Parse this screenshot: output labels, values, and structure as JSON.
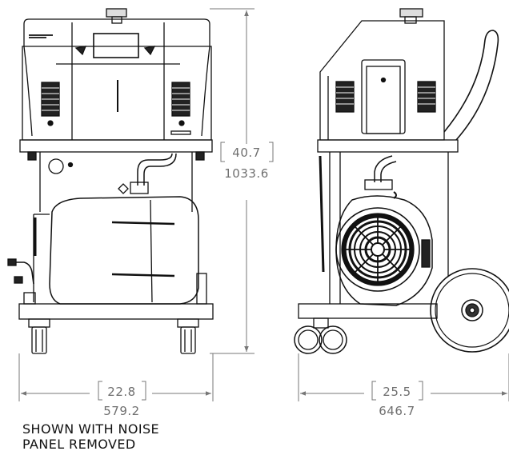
{
  "dimensions": {
    "height": {
      "inches": "40.7",
      "mm": "1033.6"
    },
    "front_width": {
      "inches": "22.8",
      "mm": "579.2"
    },
    "side_width": {
      "inches": "25.5",
      "mm": "646.7"
    }
  },
  "note": {
    "line1": "SHOWN WITH NOISE",
    "line2": "PANEL REMOVED"
  },
  "views": [
    "front-view",
    "side-view"
  ]
}
